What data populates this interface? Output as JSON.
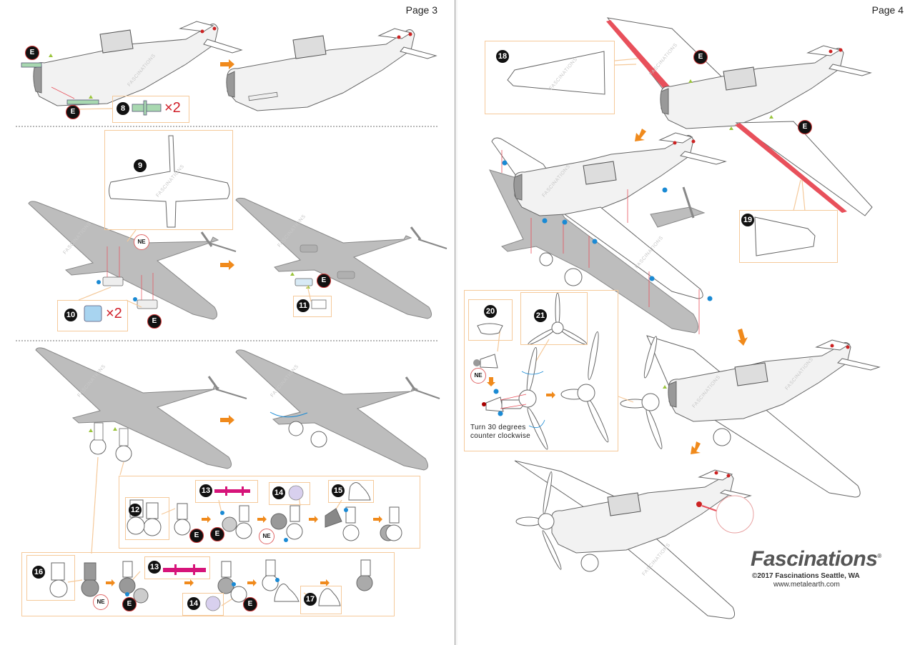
{
  "pages": {
    "left": {
      "label": "Page 3"
    },
    "right": {
      "label": "Page 4"
    }
  },
  "watermark_text": "FASCINATIONS",
  "badges": {
    "e": "E",
    "ne": "NE"
  },
  "steps": {
    "s8": {
      "number": "8",
      "quantity": "×2"
    },
    "s9": {
      "number": "9"
    },
    "s10": {
      "number": "10",
      "quantity": "×2"
    },
    "s11": {
      "number": "11"
    },
    "s12": {
      "number": "12"
    },
    "s13a": {
      "number": "13"
    },
    "s14a": {
      "number": "14"
    },
    "s15": {
      "number": "15"
    },
    "s16": {
      "number": "16"
    },
    "s13b": {
      "number": "13"
    },
    "s14b": {
      "number": "14"
    },
    "s17": {
      "number": "17"
    },
    "s18": {
      "number": "18"
    },
    "s19": {
      "number": "19"
    },
    "s20": {
      "number": "20"
    },
    "s21": {
      "number": "21"
    }
  },
  "instructions": {
    "propeller_note_line1": "Turn 30 degrees",
    "propeller_note_line2": "counter clockwise"
  },
  "footer": {
    "brand": "Fascinations",
    "trademark": "®",
    "copyright": "©2017 Fascinations Seattle, WA",
    "website": "www.metalearth.com"
  },
  "colors": {
    "callout_border": "#f5c99a",
    "arrow_orange": "#f08a1c",
    "part_gray": "#bdbdbd",
    "accent_red": "#e8505b",
    "part_green": "#a8d8b0",
    "part_blue": "#a8d4f0",
    "part_magenta": "#d6147a",
    "part_lavender": "#d8d0ee",
    "marker_blue": "#1a8ad4",
    "marker_green": "#9bc53d"
  }
}
